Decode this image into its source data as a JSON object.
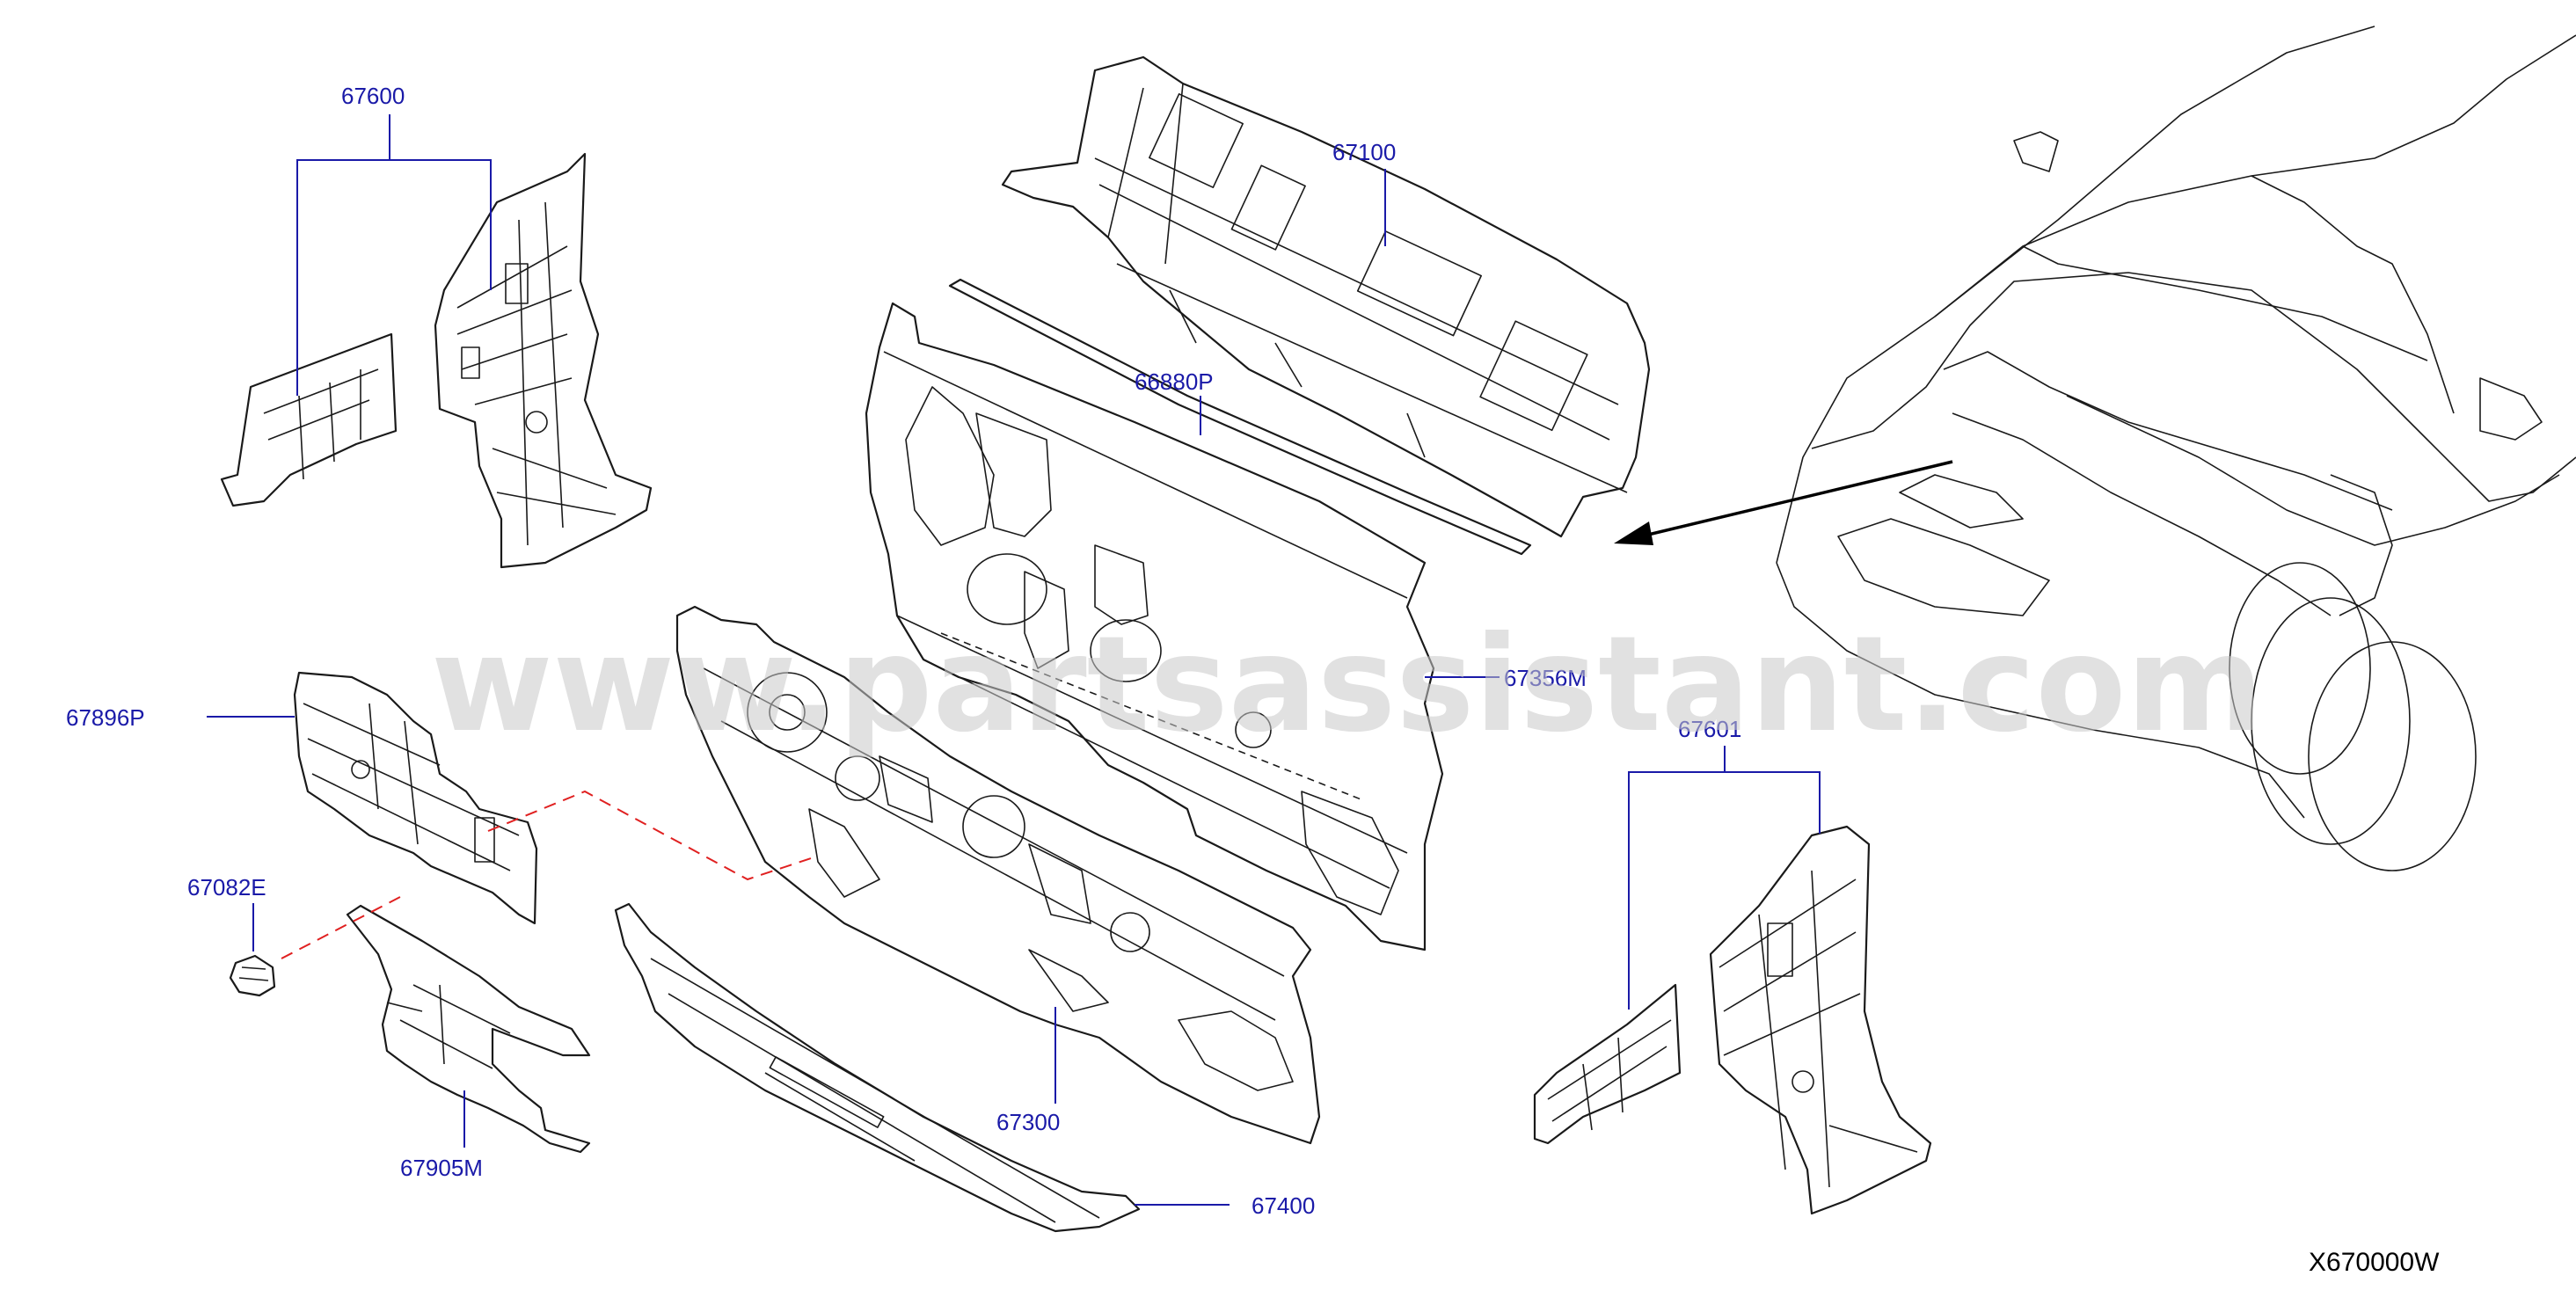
{
  "diagram": {
    "code": "X670000W",
    "watermark": "www.partsassistant.com",
    "colors": {
      "label": "#1a1aa8",
      "line": "#1a1a1a",
      "dashed_link": "#e02020",
      "watermark": "#c9c9c9"
    },
    "parts": {
      "p67600": "67600",
      "p67100": "67100",
      "p66880P": "66880P",
      "p67356M": "67356M",
      "p67896P": "67896P",
      "p67082E": "67082E",
      "p67300": "67300",
      "p67905M": "67905M",
      "p67400": "67400",
      "p67601": "67601"
    }
  }
}
